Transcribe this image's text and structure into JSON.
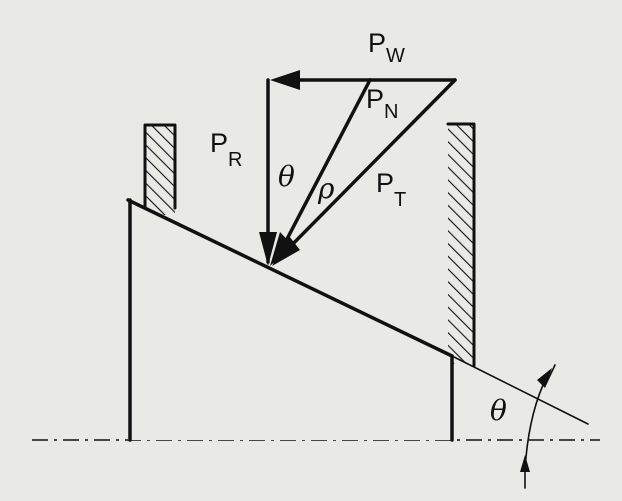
{
  "labels": {
    "pw": {
      "main": "P",
      "sub": "W"
    },
    "pn": {
      "main": "P",
      "sub": "N"
    },
    "pr": {
      "main": "P",
      "sub": "R"
    },
    "pt": {
      "main": "P",
      "sub": "T"
    },
    "theta_force": "θ",
    "rho_force": "ρ",
    "theta_angle": "θ"
  }
}
